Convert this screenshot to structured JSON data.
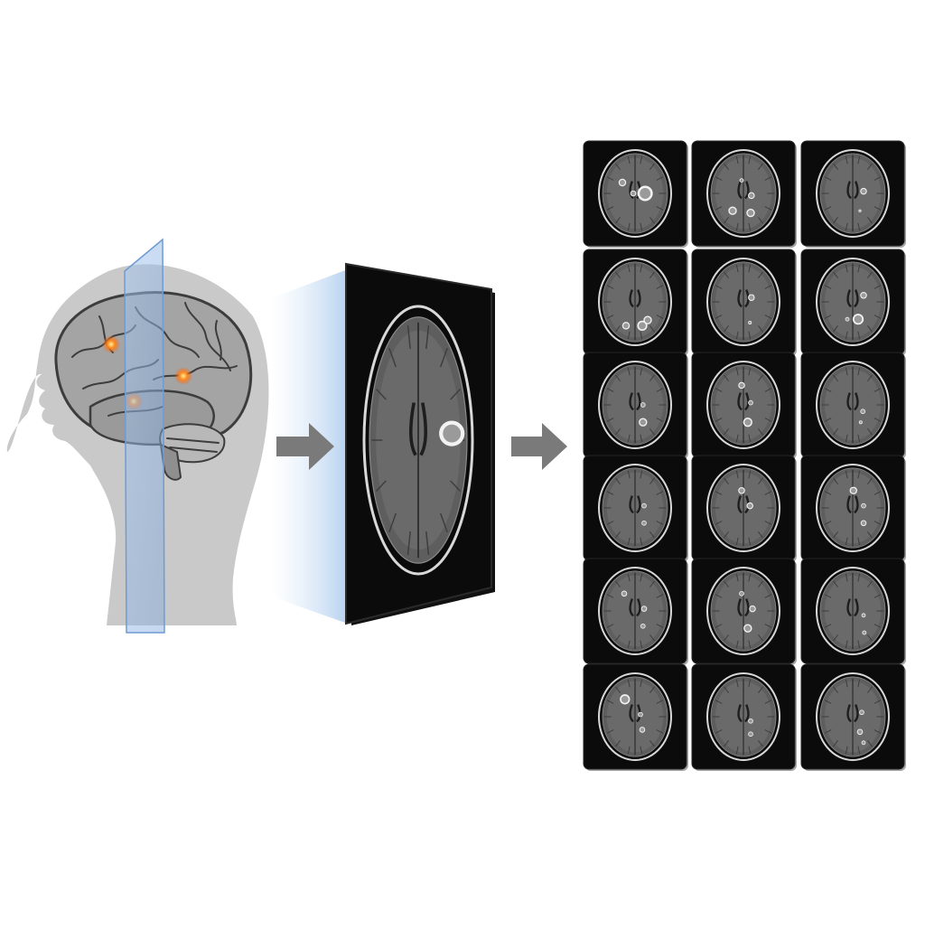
{
  "figure": {
    "colors": {
      "background": "#ffffff",
      "head_silhouette": "#c9c9c9",
      "brain_fill": "#a4a4a4",
      "brain_stroke": "#3d3d3d",
      "slice_plane": "#8fb6e6",
      "lesion_hot": "#ff8a1e",
      "arrow": "#7a7a7a",
      "scan_background": "#0b0b0b",
      "scan_tissue": "#5e5e5e",
      "lesion_enhancing": "#f2f2f2"
    },
    "icons": {
      "head": "head-profile-icon",
      "brain": "brain-icon",
      "plane": "slice-plane-icon",
      "arrow": "right-arrow-icon",
      "scan": "axial-mri-icon"
    },
    "lesion_count_head": 3,
    "grid": {
      "rows": 6,
      "cols": 3
    },
    "tiles": [
      [
        [
          -0.05,
          0.0,
          0.07
        ],
        [
          -0.35,
          -0.25,
          0.09
        ],
        [
          0.28,
          0.0,
          0.18
        ]
      ],
      [
        [
          -0.05,
          -0.3,
          0.05
        ],
        [
          0.22,
          0.05,
          0.08
        ],
        [
          0.2,
          0.45,
          0.1
        ],
        [
          -0.3,
          0.4,
          0.1
        ]
      ],
      [
        [
          0.3,
          -0.05,
          0.08
        ],
        [
          0.2,
          0.4,
          0.03
        ]
      ],
      [
        [
          0.2,
          0.55,
          0.12
        ],
        [
          0.35,
          0.42,
          0.1
        ],
        [
          -0.25,
          0.55,
          0.09
        ]
      ],
      [
        [
          0.22,
          -0.1,
          0.08
        ],
        [
          0.18,
          0.48,
          0.04
        ]
      ],
      [
        [
          0.3,
          -0.15,
          0.08
        ],
        [
          0.15,
          0.4,
          0.13
        ],
        [
          -0.15,
          0.4,
          0.05
        ]
      ],
      [
        [
          0.22,
          0.0,
          0.06
        ],
        [
          0.22,
          0.4,
          0.1
        ]
      ],
      [
        [
          -0.05,
          -0.45,
          0.08
        ],
        [
          0.2,
          -0.05,
          0.06
        ],
        [
          0.12,
          0.4,
          0.11
        ]
      ],
      [
        [
          0.28,
          0.15,
          0.06
        ],
        [
          0.22,
          0.4,
          0.04
        ]
      ],
      [
        [
          0.25,
          -0.05,
          0.06
        ],
        [
          0.25,
          0.35,
          0.06
        ]
      ],
      [
        [
          -0.05,
          -0.4,
          0.08
        ],
        [
          0.18,
          -0.05,
          0.08
        ]
      ],
      [
        [
          0.02,
          -0.4,
          0.09
        ],
        [
          0.3,
          -0.05,
          0.06
        ],
        [
          0.3,
          0.35,
          0.07
        ]
      ],
      [
        [
          -0.3,
          -0.4,
          0.07
        ],
        [
          0.25,
          -0.05,
          0.07
        ],
        [
          0.22,
          0.35,
          0.06
        ]
      ],
      [
        [
          -0.05,
          -0.4,
          0.06
        ],
        [
          0.25,
          -0.05,
          0.08
        ],
        [
          0.12,
          0.4,
          0.1
        ]
      ],
      [
        [
          0.3,
          0.1,
          0.05
        ],
        [
          0.32,
          0.5,
          0.05
        ]
      ],
      [
        [
          -0.28,
          -0.4,
          0.12
        ],
        [
          0.15,
          -0.05,
          0.06
        ],
        [
          0.2,
          0.3,
          0.07
        ]
      ],
      [
        [
          0.2,
          0.1,
          0.06
        ],
        [
          0.2,
          0.4,
          0.06
        ]
      ],
      [
        [
          0.25,
          -0.1,
          0.06
        ],
        [
          0.2,
          0.35,
          0.07
        ],
        [
          0.3,
          0.6,
          0.05
        ]
      ]
    ]
  }
}
